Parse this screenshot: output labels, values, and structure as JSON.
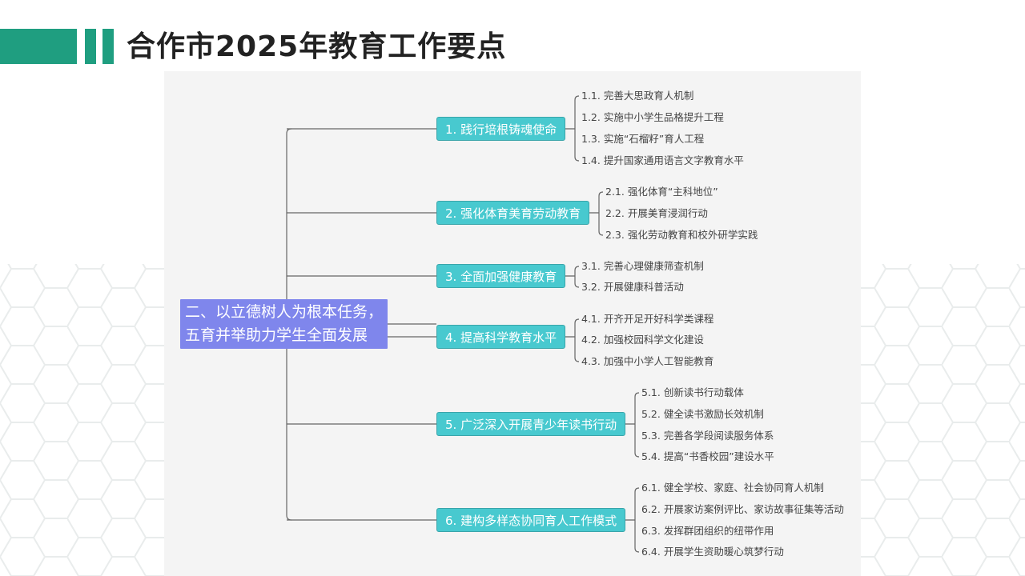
{
  "title": "合作市2025年教育工作要点",
  "colors": {
    "accent": "#1f9e80",
    "root_bg": "#7f86ec",
    "branch_bg": "#48c9cf",
    "panel_bg": "#f4f4f4",
    "connector": "#666666"
  },
  "mindmap": {
    "root": {
      "lines": [
        "二、以立德树人为根本任务，",
        "五育并举助力学生全面发展"
      ]
    },
    "branches": [
      {
        "label": "1. 践行培根铸魂使命",
        "children": [
          "1.1. 完善大思政育人机制",
          "1.2. 实施中小学生品格提升工程",
          "1.3. 实施“石榴籽”育人工程",
          "1.4. 提升国家通用语言文字教育水平"
        ]
      },
      {
        "label": "2. 强化体育美育劳动教育",
        "children": [
          "2.1. 强化体育“主科地位”",
          "2.2. 开展美育浸润行动",
          "2.3. 强化劳动教育和校外研学实践"
        ]
      },
      {
        "label": "3. 全面加强健康教育",
        "children": [
          "3.1. 完善心理健康筛查机制",
          "3.2. 开展健康科普活动"
        ]
      },
      {
        "label": "4. 提高科学教育水平",
        "children": [
          "4.1. 开齐开足开好科学类课程",
          "4.2. 加强校园科学文化建设",
          "4.3. 加强中小学人工智能教育"
        ]
      },
      {
        "label": "5. 广泛深入开展青少年读书行动",
        "children": [
          "5.1. 创新读书行动载体",
          "5.2. 健全读书激励长效机制",
          "5.3. 完善各学段阅读服务体系",
          "5.4. 提高“书香校园”建设水平"
        ]
      },
      {
        "label": "6. 建构多样态协同育人工作模式",
        "children": [
          "6.1. 健全学校、家庭、社会协同育人机制",
          "6.2. 开展家访案例评比、家访故事征集等活动",
          "6.3. 发挥群团组织的纽带作用",
          "6.4. 开展学生资助暖心筑梦行动"
        ]
      }
    ]
  }
}
